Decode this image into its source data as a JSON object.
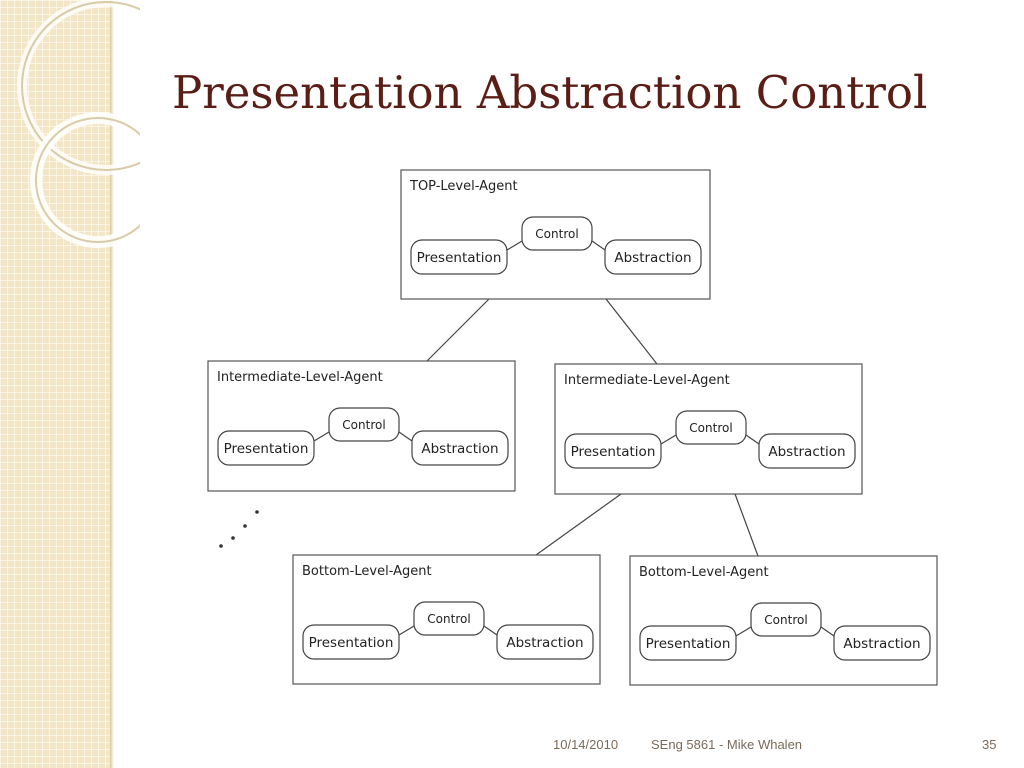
{
  "slide": {
    "title": "Presentation Abstraction Control",
    "footer": {
      "date": "10/14/2010",
      "author": "SEng 5861 - Mike Whalen",
      "page": "35"
    },
    "colors": {
      "title": "#5b1e16",
      "sidebar": "#f3e6c6",
      "footer_text": "#7a6a5a"
    }
  },
  "diagram": {
    "agents": [
      {
        "id": "top",
        "title": "TOP-Level-Agent",
        "control": "Control",
        "presentation": "Presentation",
        "abstraction": "Abstraction"
      },
      {
        "id": "mid1",
        "title": "Intermediate-Level-Agent",
        "control": "Control",
        "presentation": "Presentation",
        "abstraction": "Abstraction"
      },
      {
        "id": "mid2",
        "title": "Intermediate-Level-Agent",
        "control": "Control",
        "presentation": "Presentation",
        "abstraction": "Abstraction"
      },
      {
        "id": "bot1",
        "title": "Bottom-Level-Agent",
        "control": "Control",
        "presentation": "Presentation",
        "abstraction": "Abstraction"
      },
      {
        "id": "bot2",
        "title": "Bottom-Level-Agent",
        "control": "Control",
        "presentation": "Presentation",
        "abstraction": "Abstraction"
      }
    ],
    "links": [
      {
        "from": "top",
        "to": "mid1"
      },
      {
        "from": "top",
        "to": "mid2"
      },
      {
        "from": "mid2",
        "to": "bot1"
      },
      {
        "from": "mid2",
        "to": "bot2"
      }
    ],
    "ellipsis_note": "more agents continue (dots)"
  }
}
